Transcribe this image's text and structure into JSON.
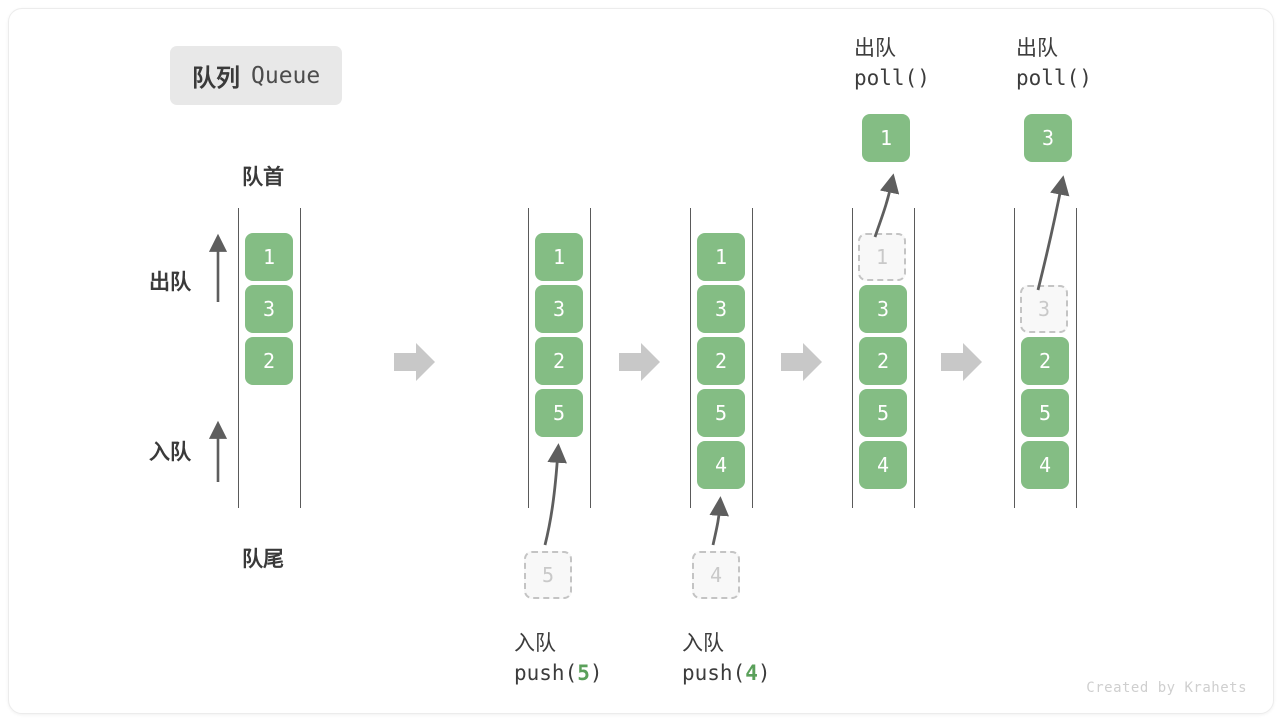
{
  "title": {
    "cn": "队列",
    "en": "Queue"
  },
  "labels": {
    "head": "队首",
    "tail": "队尾",
    "dequeue": "出队",
    "enqueue": "入队"
  },
  "colors": {
    "box_fill": "#84bd84",
    "box_text": "#ffffff",
    "ghost_fill": "#f8f8f8",
    "ghost_border": "#c4c4c4",
    "ghost_text": "#c9c9c9",
    "rail": "#5a5a5a",
    "arrow": "#5e5e5e",
    "flow_arrow": "#c8c8c8",
    "badge_bg": "#e8e8e8",
    "accent_green": "#5aa05a"
  },
  "panels": [
    {
      "name": "initial-queue",
      "items": [
        "1",
        "3",
        "2"
      ],
      "side_labels": [
        "出队",
        "入队"
      ],
      "head_label": "队首",
      "tail_label": "队尾"
    },
    {
      "name": "after-push-5",
      "items": [
        "1",
        "3",
        "2",
        "5"
      ],
      "incoming": "5",
      "op_cn": "入队",
      "op_code_prefix": "push(",
      "op_code_arg": "5",
      "op_code_suffix": ")"
    },
    {
      "name": "after-push-4",
      "items": [
        "1",
        "3",
        "2",
        "5",
        "4"
      ],
      "incoming": "4",
      "op_cn": "入队",
      "op_code_prefix": "push(",
      "op_code_arg": "4",
      "op_code_suffix": ")"
    },
    {
      "name": "after-poll-1",
      "items": [
        "1",
        "3",
        "2",
        "5",
        "4"
      ],
      "ghost_index": 0,
      "popped": "1",
      "op_cn": "出队",
      "op_code": "poll()"
    },
    {
      "name": "after-poll-3",
      "items": [
        "",
        "3",
        "2",
        "5",
        "4"
      ],
      "ghost_index": 1,
      "popped": "3",
      "op_cn": "出队",
      "op_code": "poll()"
    }
  ],
  "credit": "Created by Krahets"
}
